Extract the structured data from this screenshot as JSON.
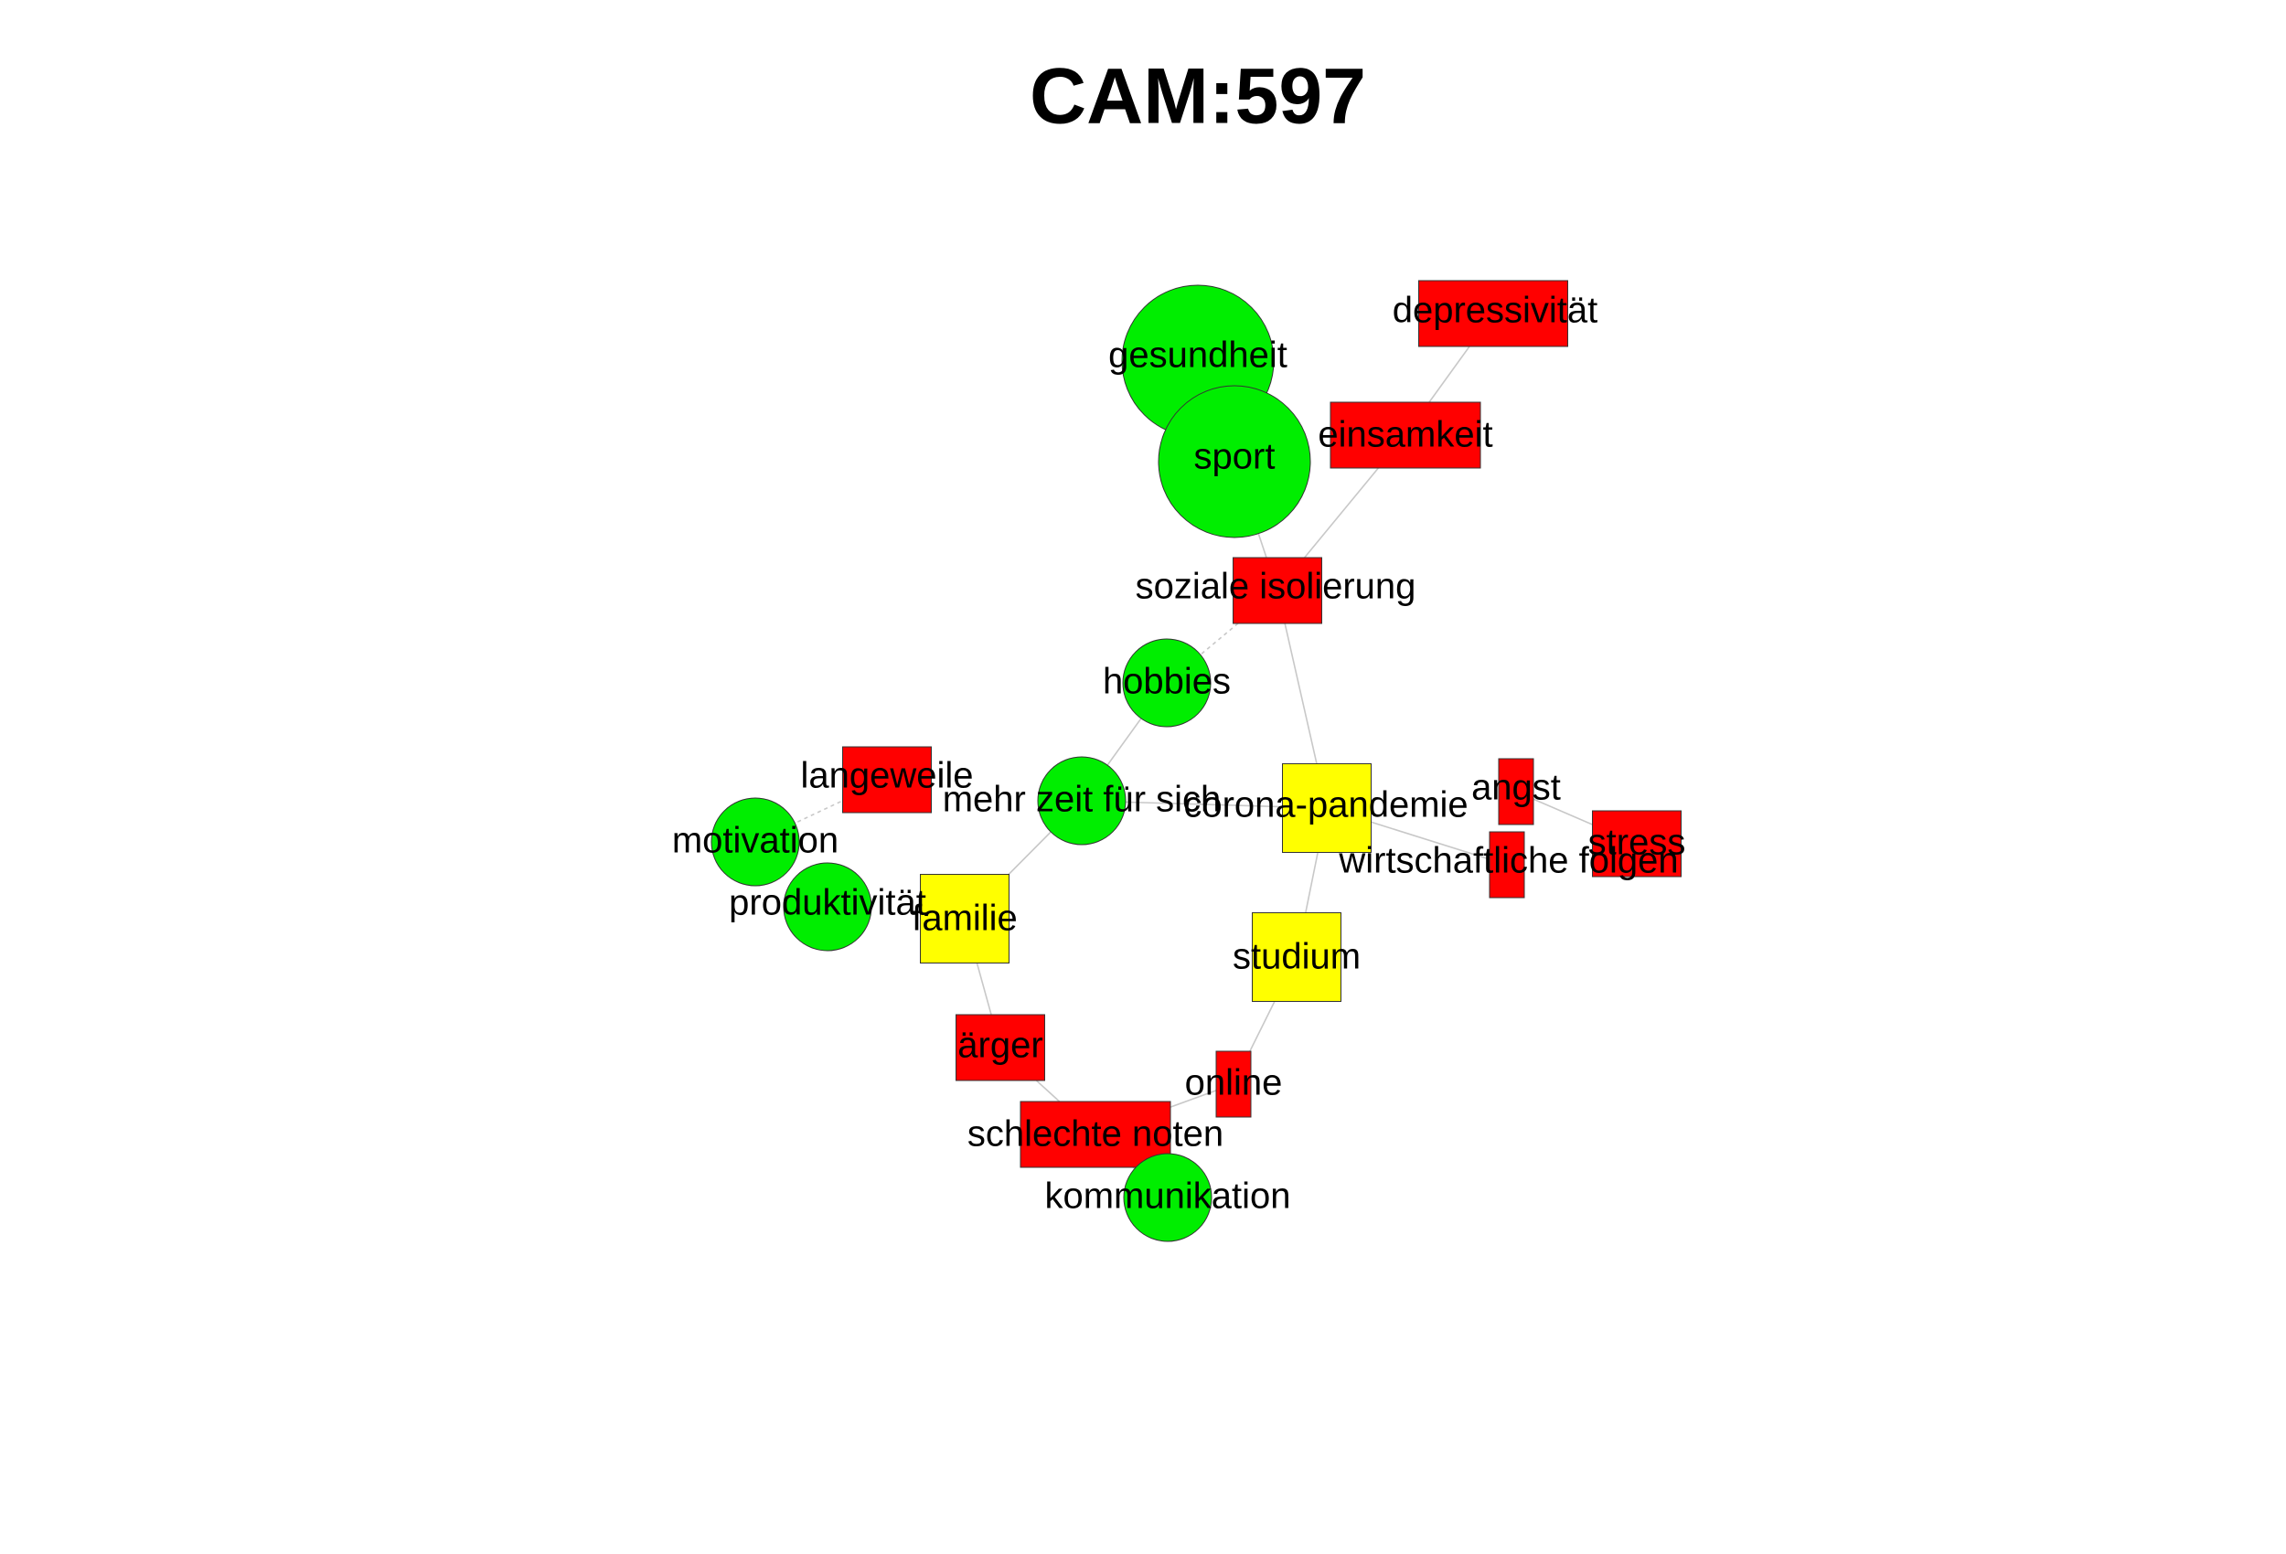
{
  "title": "CAM:597",
  "colors": {
    "positive": "#00ee00",
    "negative": "#ff0000",
    "neutral": "#ffff00"
  },
  "nodes": [
    {
      "id": "gesundheit",
      "label": "gesundheit",
      "shape": "circle",
      "valence": "positive"
    },
    {
      "id": "sport",
      "label": "sport",
      "shape": "circle",
      "valence": "positive"
    },
    {
      "id": "depressivitaet",
      "label": "depressivität",
      "shape": "rect",
      "valence": "negative"
    },
    {
      "id": "einsamkeit",
      "label": "einsamkeit",
      "shape": "rect",
      "valence": "negative"
    },
    {
      "id": "soziale-isolierung",
      "label": "soziale isolierung",
      "shape": "rect",
      "valence": "negative"
    },
    {
      "id": "hobbies",
      "label": "hobbies",
      "shape": "circle",
      "valence": "positive"
    },
    {
      "id": "mehr-zeit-fuer-sich",
      "label": "mehr zeit für sich",
      "shape": "circle",
      "valence": "positive"
    },
    {
      "id": "corona-pandemie",
      "label": "corona-pandemie",
      "shape": "rect",
      "valence": "neutral"
    },
    {
      "id": "angst",
      "label": "angst",
      "shape": "rect",
      "valence": "negative"
    },
    {
      "id": "stress",
      "label": "stress",
      "shape": "rect",
      "valence": "negative"
    },
    {
      "id": "wirtschaftliche-folgen",
      "label": "wirtschaftliche folgen",
      "shape": "rect",
      "valence": "negative"
    },
    {
      "id": "langeweile",
      "label": "langeweile",
      "shape": "rect",
      "valence": "negative"
    },
    {
      "id": "motivation",
      "label": "motivation",
      "shape": "circle",
      "valence": "positive"
    },
    {
      "id": "produktivitaet",
      "label": "produktivität",
      "shape": "circle",
      "valence": "positive"
    },
    {
      "id": "familie",
      "label": "familie",
      "shape": "rect",
      "valence": "neutral"
    },
    {
      "id": "studium",
      "label": "studium",
      "shape": "rect",
      "valence": "neutral"
    },
    {
      "id": "aerger",
      "label": "ärger",
      "shape": "rect",
      "valence": "negative"
    },
    {
      "id": "online",
      "label": "online",
      "shape": "rect",
      "valence": "negative"
    },
    {
      "id": "schlechte-noten",
      "label": "schlechte noten",
      "shape": "rect",
      "valence": "negative"
    },
    {
      "id": "kommunikation",
      "label": "kommunikation",
      "shape": "circle",
      "valence": "positive"
    }
  ],
  "edges": [
    {
      "from": "depressivitaet",
      "to": "einsamkeit",
      "style": "solid"
    },
    {
      "from": "einsamkeit",
      "to": "soziale-isolierung",
      "style": "solid"
    },
    {
      "from": "sport",
      "to": "soziale-isolierung",
      "style": "solid"
    },
    {
      "from": "soziale-isolierung",
      "to": "hobbies",
      "style": "dashed"
    },
    {
      "from": "soziale-isolierung",
      "to": "corona-pandemie",
      "style": "solid"
    },
    {
      "from": "hobbies",
      "to": "mehr-zeit-fuer-sich",
      "style": "solid"
    },
    {
      "from": "mehr-zeit-fuer-sich",
      "to": "corona-pandemie",
      "style": "solid"
    },
    {
      "from": "mehr-zeit-fuer-sich",
      "to": "familie",
      "style": "solid"
    },
    {
      "from": "corona-pandemie",
      "to": "wirtschaftliche-folgen",
      "style": "solid"
    },
    {
      "from": "corona-pandemie",
      "to": "studium",
      "style": "solid"
    },
    {
      "from": "angst",
      "to": "stress",
      "style": "solid"
    },
    {
      "from": "langeweile",
      "to": "motivation",
      "style": "dashed"
    },
    {
      "from": "familie",
      "to": "aerger",
      "style": "solid"
    },
    {
      "from": "aerger",
      "to": "schlechte-noten",
      "style": "solid"
    },
    {
      "from": "studium",
      "to": "online",
      "style": "solid"
    },
    {
      "from": "online",
      "to": "schlechte-noten",
      "style": "solid"
    },
    {
      "from": "schlechte-noten",
      "to": "kommunikation",
      "style": "solid"
    }
  ]
}
